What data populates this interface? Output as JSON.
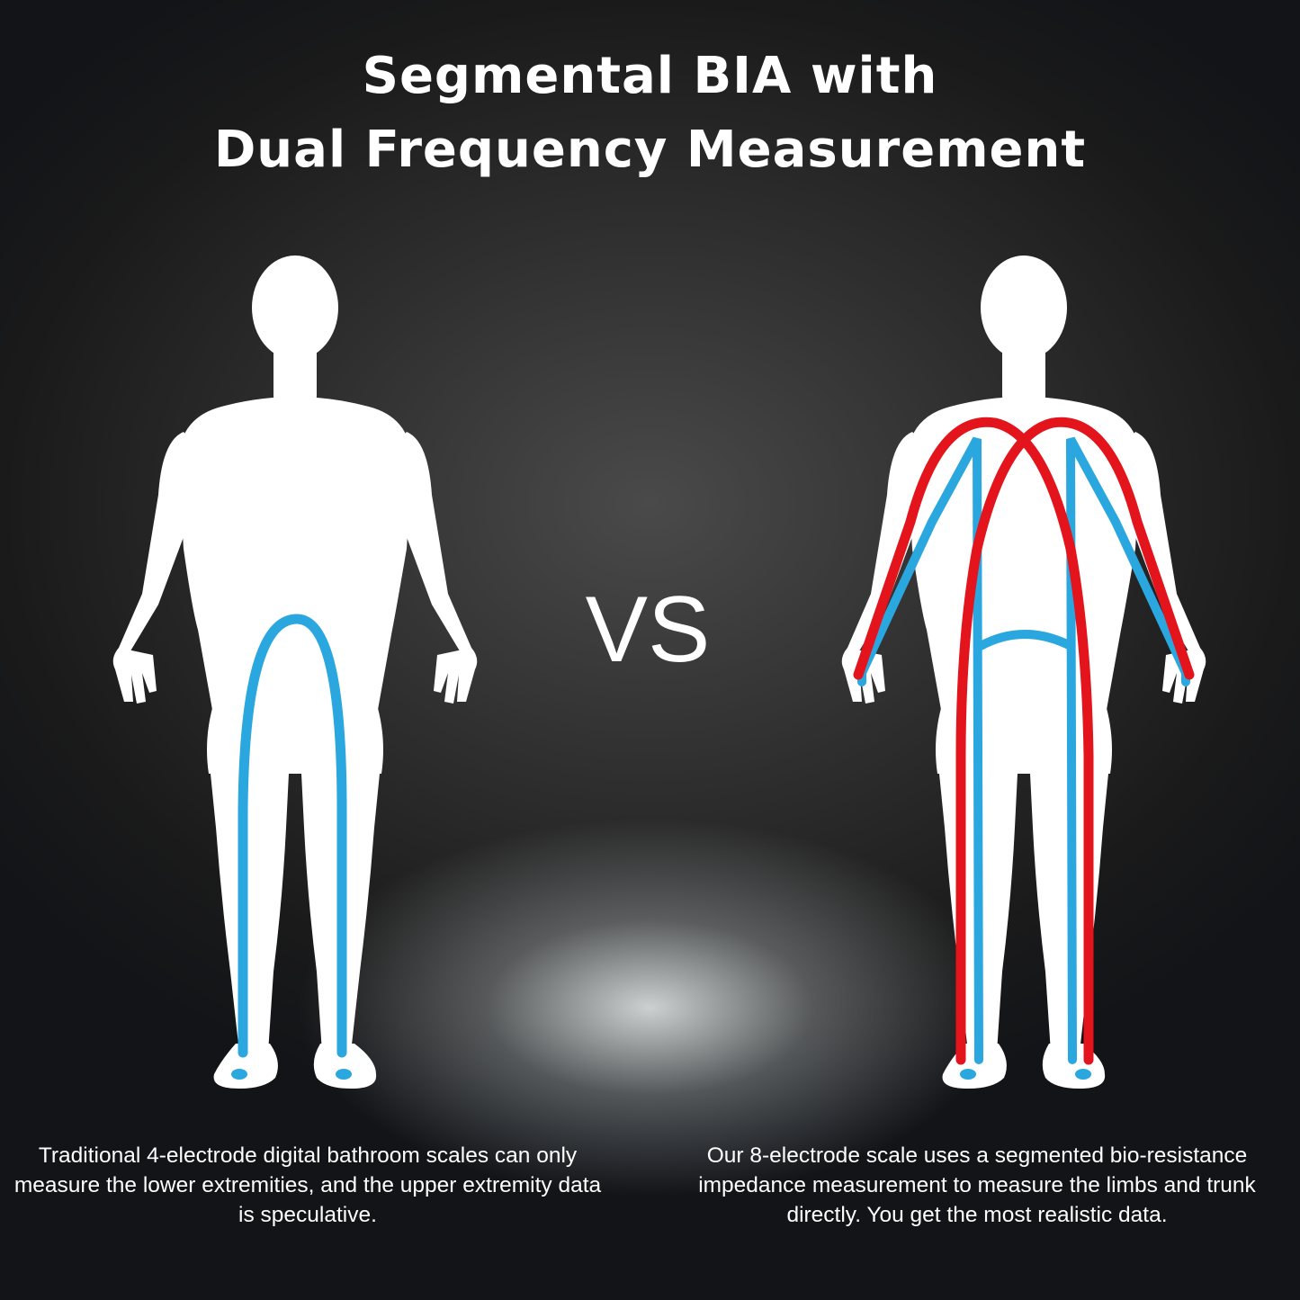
{
  "title": {
    "line1": "Segmental BIA with",
    "line2": "Dual Frequency Measurement"
  },
  "vs_label": "VS",
  "left": {
    "caption": "Traditional 4-electrode digital bathroom scales can only measure the lower extremities, and the upper extremity data is speculative."
  },
  "right": {
    "caption": "Our 8-electrode scale uses a segmented bio-resistance impedance measurement to measure the limbs and trunk directly. You get the most realistic data."
  },
  "colors": {
    "background": "#1c1c1c",
    "figure": "#ffffff",
    "current_blue": "#2aa7df",
    "current_red": "#e3141c"
  }
}
